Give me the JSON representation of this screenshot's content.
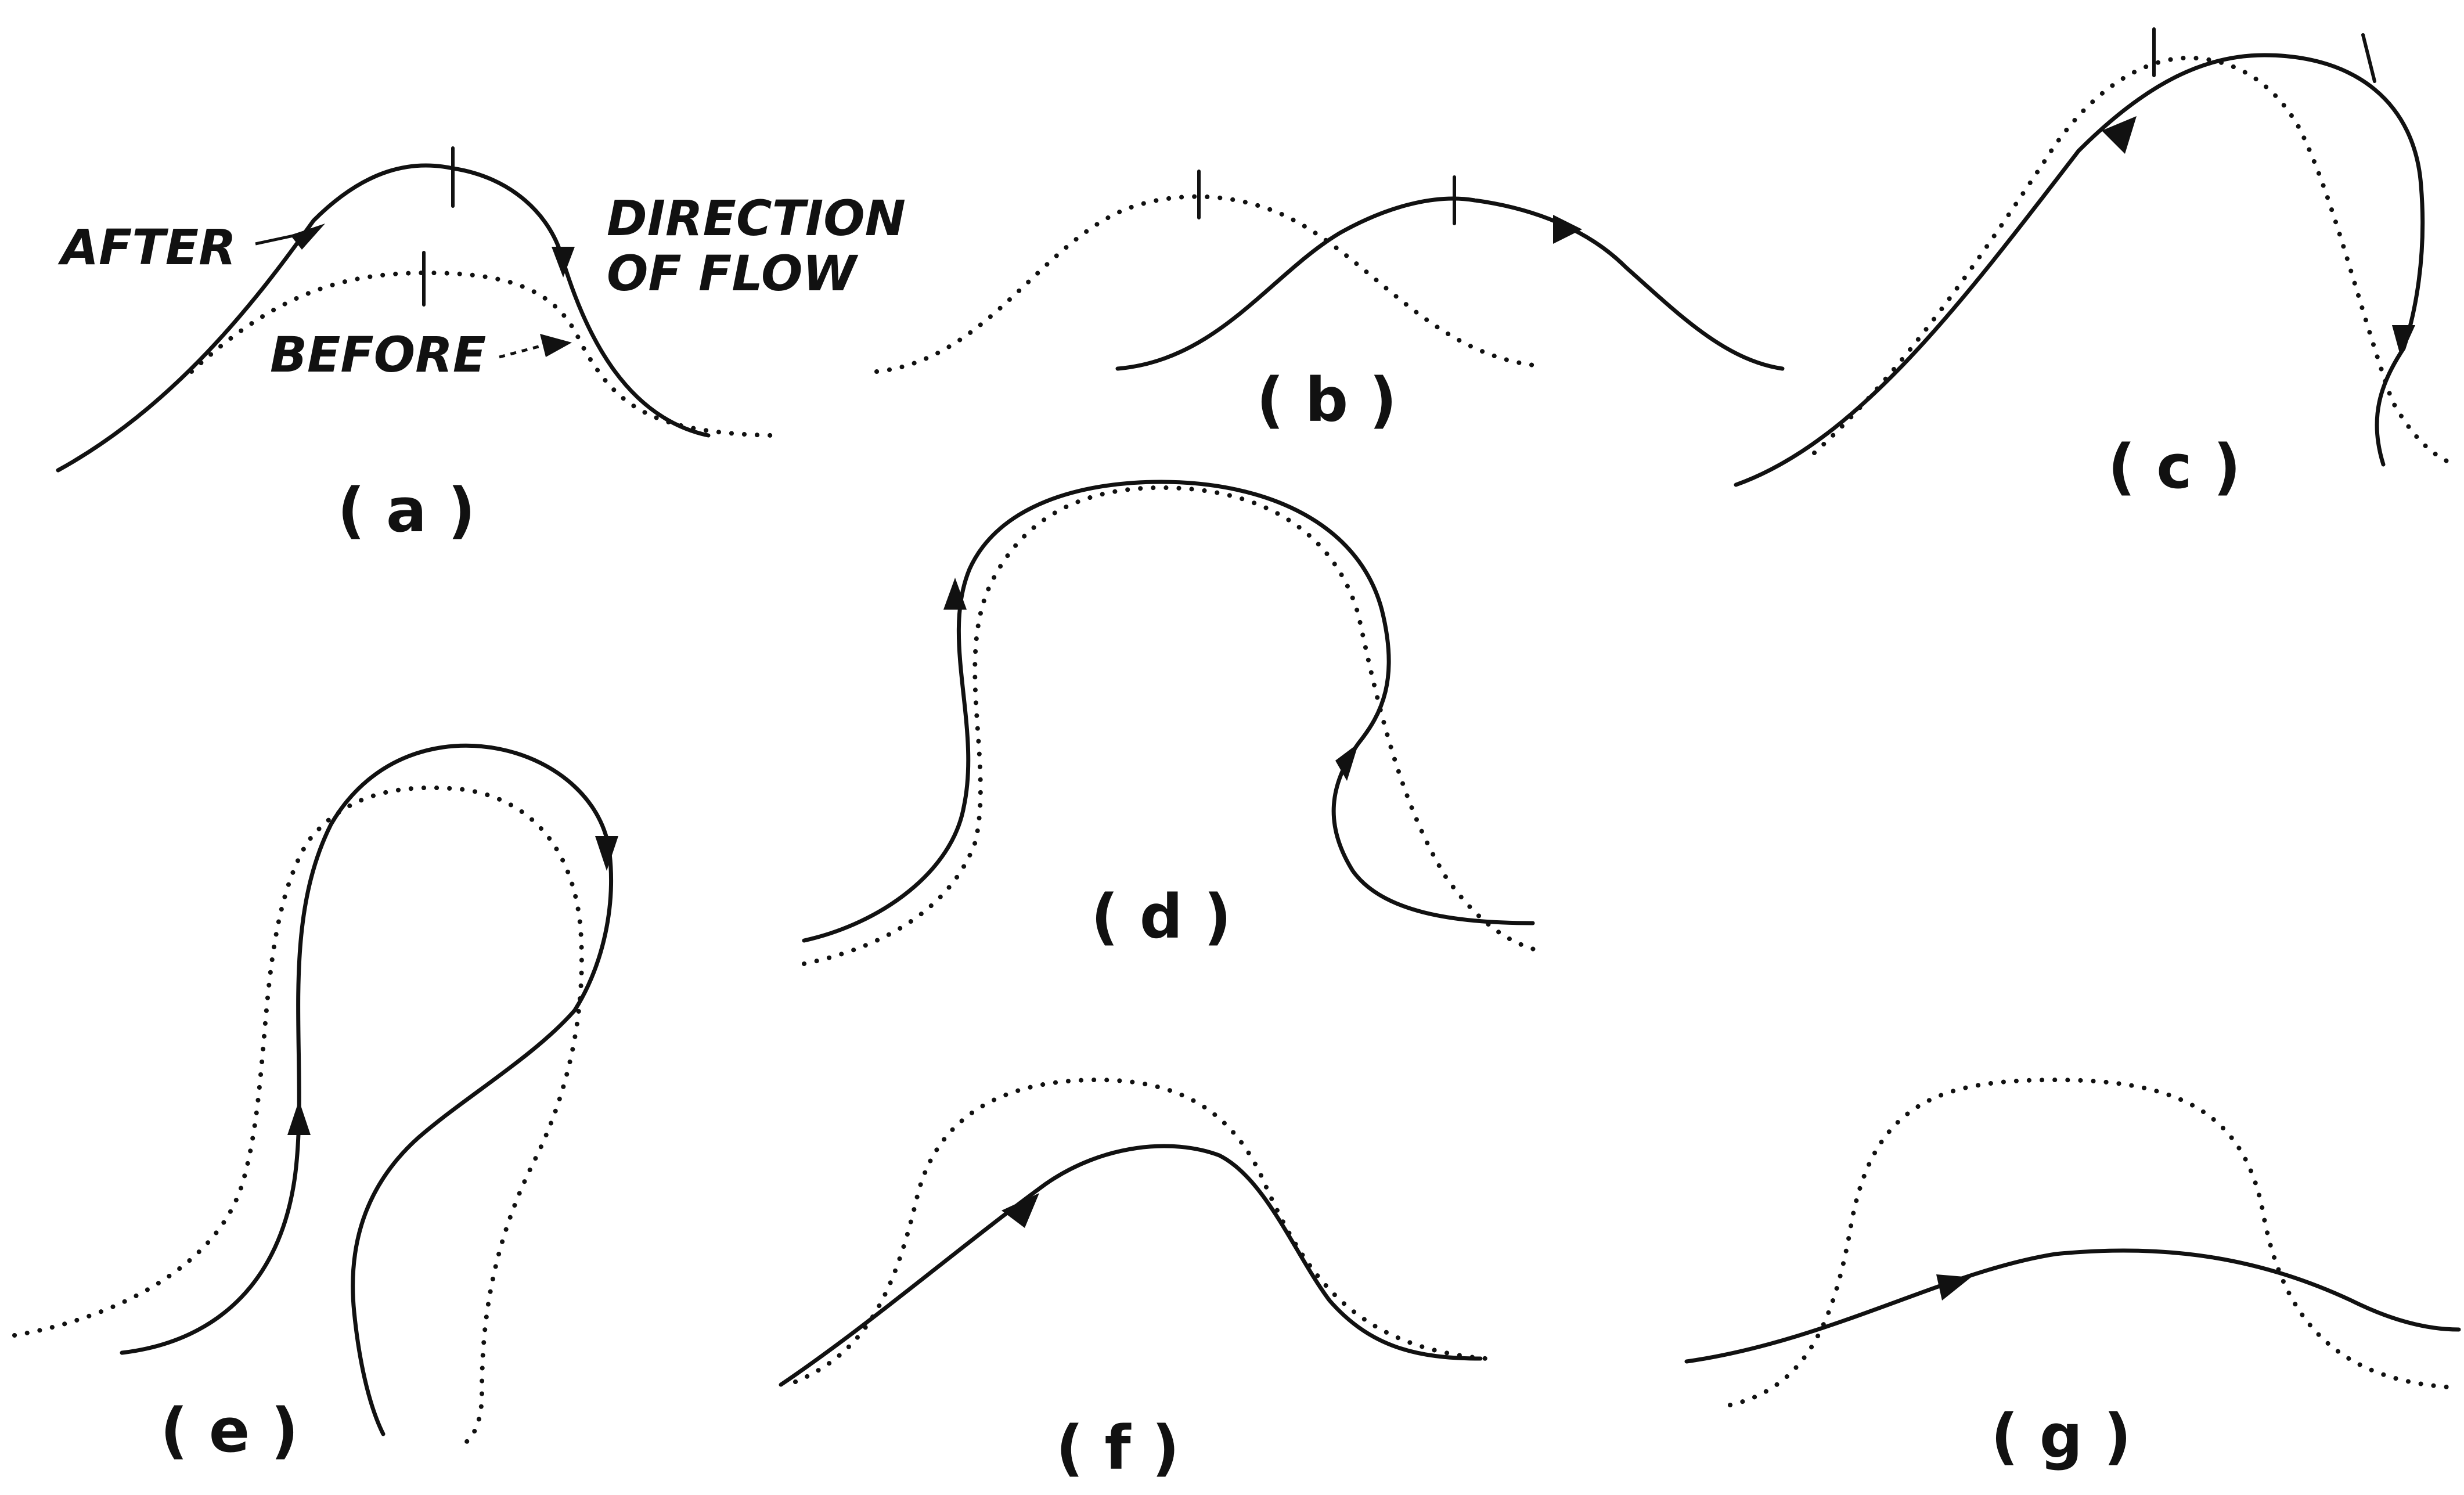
{
  "annotations": {
    "after": "AFTER",
    "before": "BEFORE",
    "direction_line1": "DIRECTION",
    "direction_line2": "OF FLOW"
  },
  "panels": [
    {
      "id": "a",
      "label": "( a )"
    },
    {
      "id": "b",
      "label": "( b )"
    },
    {
      "id": "c",
      "label": "( c )"
    },
    {
      "id": "d",
      "label": "( d )"
    },
    {
      "id": "e",
      "label": "( e )"
    },
    {
      "id": "f",
      "label": "( f )"
    },
    {
      "id": "g",
      "label": "( g )"
    }
  ],
  "legend_semantics": {
    "solid_line": "after",
    "dotted_line": "before"
  }
}
